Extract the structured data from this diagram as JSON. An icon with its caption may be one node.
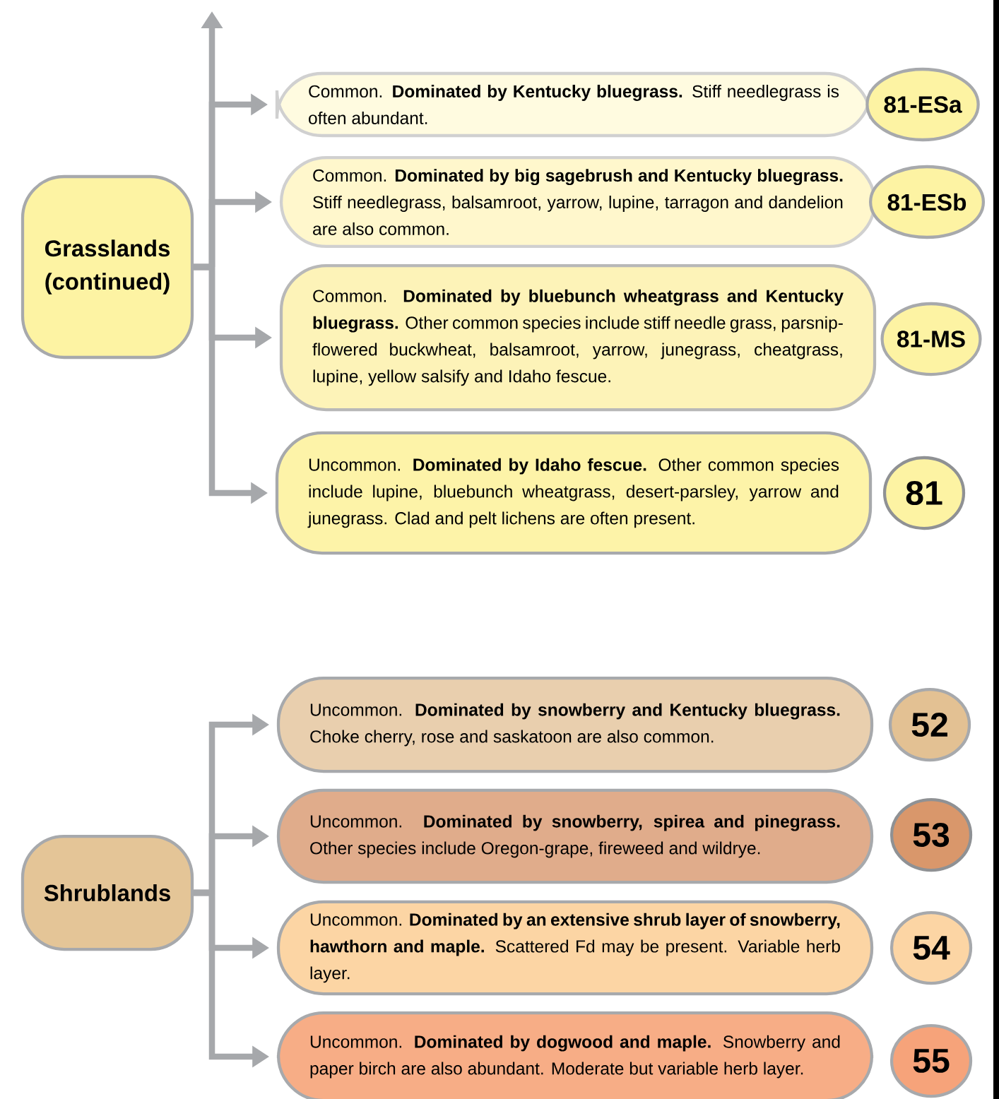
{
  "diagram": {
    "nodes": [
      {
        "text": [
          "Grasslands (continued)"
        ]
      },
      {
        "text": [
          "Common. **Dominated by Kentucky bluegrass.** Stiff needlegrass is often abundant."
        ]
      },
      {
        "text": [
          "81-ESa"
        ]
      },
      {
        "text": [
          "Common. **Dominated by big sagebrush and Kentucky bluegrass.** Stiff needlegrass, balsamroot, yarrow, lupine, tarragon and dandelion are also common."
        ]
      },
      {
        "text": [
          "81-ESb"
        ]
      },
      {
        "text": [
          "Common. **Dominated by bluebunch wheatgrass and Kentucky bluegrass.** Other common species include stiff needle grass, parsnip-flowered buckwheat, balsamroot, yarrow, junegrass, cheatgrass, lupine, yellow salsify and Idaho fescue."
        ]
      },
      {
        "text": [
          "81-MS"
        ]
      },
      {
        "text": [
          "Uncommon. **Dominated by Idaho fescue.** Other common species include lupine, bluebunch wheatgrass, desert-parsley, yarrow and junegrass. Clad and pelt lichens are often present."
        ]
      },
      {
        "text": [
          "81"
        ]
      },
      {
        "text": [
          "Shrublands"
        ]
      },
      {
        "text": [
          "Uncommon. **Dominated by snowberry and Kentucky bluegrass.** Choke cherry, rose and saskatoon are also common."
        ]
      },
      {
        "text": [
          "52"
        ]
      },
      {
        "text": [
          "Uncommon. **Dominated by snowberry, spirea and pinegrass.** Other species include Oregon-grape, fireweed and wildrye."
        ]
      },
      {
        "text": [
          "53"
        ]
      },
      {
        "text": [
          "Uncommon. **Dominated by an extensive shrub layer of snowberry, hawthorn and maple.** Scattered Fd may be present. Variable herb layer."
        ]
      },
      {
        "text": [
          "54"
        ]
      },
      {
        "text": [
          "Uncommon. **Dominated by dogwood and maple.** Snowberry and paper birch are also abundant. Moderate but variable herb layer."
        ]
      },
      {
        "text": [
          "55"
        ]
      }
    ],
    "edges": [
      {
        "from": 0,
        "to": null,
        "arrow": "to"
      },
      {
        "from": 0,
        "to": 1,
        "arrow": "to"
      },
      {
        "from": 0,
        "to": 3,
        "arrow": "to"
      },
      {
        "from": 0,
        "to": 5,
        "arrow": "to"
      },
      {
        "from": 0,
        "to": 7,
        "arrow": "to"
      },
      {
        "from": 9,
        "to": 10,
        "arrow": "to"
      },
      {
        "from": 9,
        "to": 12,
        "arrow": "to"
      },
      {
        "from": 9,
        "to": 14,
        "arrow": "to"
      },
      {
        "from": 9,
        "to": 16,
        "arrow": "to"
      }
    ]
  }
}
